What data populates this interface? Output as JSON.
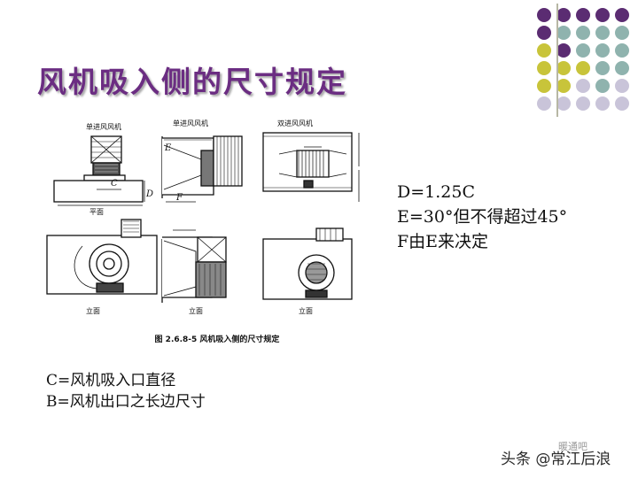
{
  "slide": {
    "title": "风机吸入侧的尺寸规定",
    "accent_colors": {
      "purple": "#5b2c72",
      "teal": "#8fb3ae",
      "olive": "#c8c43a",
      "lavender": "#c9c4d9"
    }
  },
  "figure": {
    "labels": {
      "single_top": "单进风风机",
      "single_side": "单进风风机",
      "double": "双进风风机",
      "plan": "平面",
      "elev1": "立面",
      "elev2": "立面",
      "elev3": "立面",
      "C": "C",
      "D": "D",
      "E": "E",
      "F": "F"
    },
    "caption": "图 2.6.8-5  风机吸入侧的尺寸规定"
  },
  "rules": {
    "line1": "D=1.25C",
    "line2": "E=30°但不得超过45°",
    "line3": "F由E来决定"
  },
  "definitions": {
    "line1": "C=风机吸入口直径",
    "line2": "B=风机出口之长边尺寸"
  },
  "watermark": {
    "small": "暖通吧",
    "main": "头条 @常江后浪"
  }
}
